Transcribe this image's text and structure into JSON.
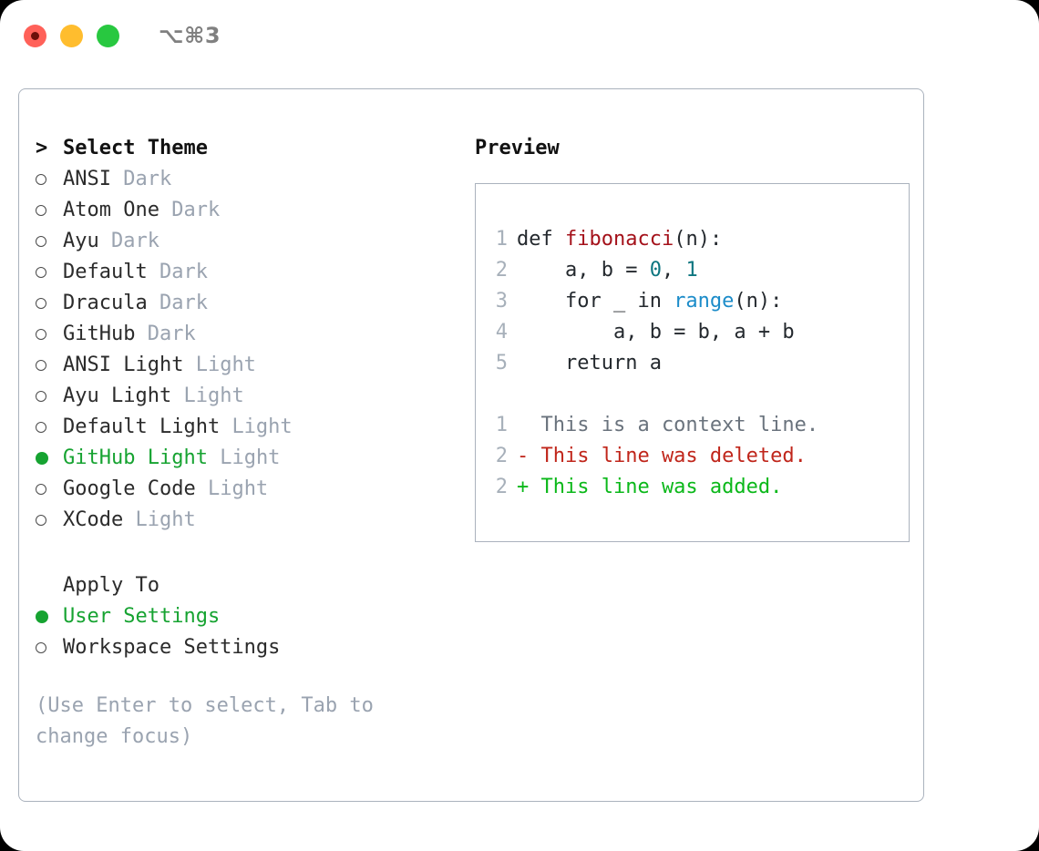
{
  "window": {
    "shortcut_label": "⌥⌘3",
    "traffic_lights": [
      {
        "name": "close",
        "color": "#ff6159"
      },
      {
        "name": "minimize",
        "color": "#ffbd2e"
      },
      {
        "name": "maximize",
        "color": "#28c840"
      }
    ]
  },
  "theme_picker": {
    "header_caret": ">",
    "header_label": "Select Theme",
    "selected_theme": "GitHub Light",
    "items": [
      {
        "marker": "○",
        "label": "ANSI",
        "tag": "Dark",
        "selected": false
      },
      {
        "marker": "○",
        "label": "Atom One",
        "tag": "Dark",
        "selected": false
      },
      {
        "marker": "○",
        "label": "Ayu",
        "tag": "Dark",
        "selected": false
      },
      {
        "marker": "○",
        "label": "Default",
        "tag": "Dark",
        "selected": false
      },
      {
        "marker": "○",
        "label": "Dracula",
        "tag": "Dark",
        "selected": false
      },
      {
        "marker": "○",
        "label": "GitHub",
        "tag": "Dark",
        "selected": false
      },
      {
        "marker": "○",
        "label": "ANSI Light",
        "tag": "Light",
        "selected": false
      },
      {
        "marker": "○",
        "label": "Ayu Light",
        "tag": "Light",
        "selected": false
      },
      {
        "marker": "○",
        "label": "Default Light",
        "tag": "Light",
        "selected": false
      },
      {
        "marker": "●",
        "label": "GitHub Light",
        "tag": "Light",
        "selected": true
      },
      {
        "marker": "○",
        "label": "Google Code",
        "tag": "Light",
        "selected": false
      },
      {
        "marker": "○",
        "label": "XCode",
        "tag": "Light",
        "selected": false
      }
    ]
  },
  "apply_to": {
    "header_label": "Apply To",
    "selected_option": "User Settings",
    "options": [
      {
        "marker": "●",
        "label": "User Settings",
        "selected": true
      },
      {
        "marker": "○",
        "label": "Workspace Settings",
        "selected": false
      }
    ]
  },
  "help_text": "(Use Enter to select, Tab to change focus)",
  "preview": {
    "title": "Preview",
    "code_lines": [
      {
        "lineno": "1",
        "tokens": [
          {
            "text": "def ",
            "kind": "plain"
          },
          {
            "text": "fibonacci",
            "kind": "fn"
          },
          {
            "text": "(n):",
            "kind": "plain"
          }
        ]
      },
      {
        "lineno": "2",
        "tokens": [
          {
            "text": "    a, b = ",
            "kind": "plain"
          },
          {
            "text": "0",
            "kind": "num"
          },
          {
            "text": ", ",
            "kind": "plain"
          },
          {
            "text": "1",
            "kind": "num"
          }
        ]
      },
      {
        "lineno": "3",
        "tokens": [
          {
            "text": "    for _ in ",
            "kind": "plain"
          },
          {
            "text": "range",
            "kind": "kw2"
          },
          {
            "text": "(n):",
            "kind": "plain"
          }
        ]
      },
      {
        "lineno": "4",
        "tokens": [
          {
            "text": "        a, b = b, a + b",
            "kind": "plain"
          }
        ]
      },
      {
        "lineno": "5",
        "tokens": [
          {
            "text": "    return a",
            "kind": "plain"
          }
        ]
      }
    ],
    "diff_lines": [
      {
        "lineno": "1",
        "text": "  This is a context line.",
        "kind": "context"
      },
      {
        "lineno": "2",
        "text": "- This line was deleted.",
        "kind": "deleted"
      },
      {
        "lineno": "2",
        "text": "+ This line was added.",
        "kind": "added"
      }
    ]
  },
  "colors": {
    "accent_green": "#16a331",
    "muted": "#9aa3b0",
    "border": "#aab2bd",
    "syntax_function": "#a4111a",
    "syntax_number": "#0d7680",
    "syntax_builtin": "#1c8cc9",
    "diff_added": "#0bb81a",
    "diff_deleted": "#c0261b",
    "diff_context": "#6a737d"
  }
}
